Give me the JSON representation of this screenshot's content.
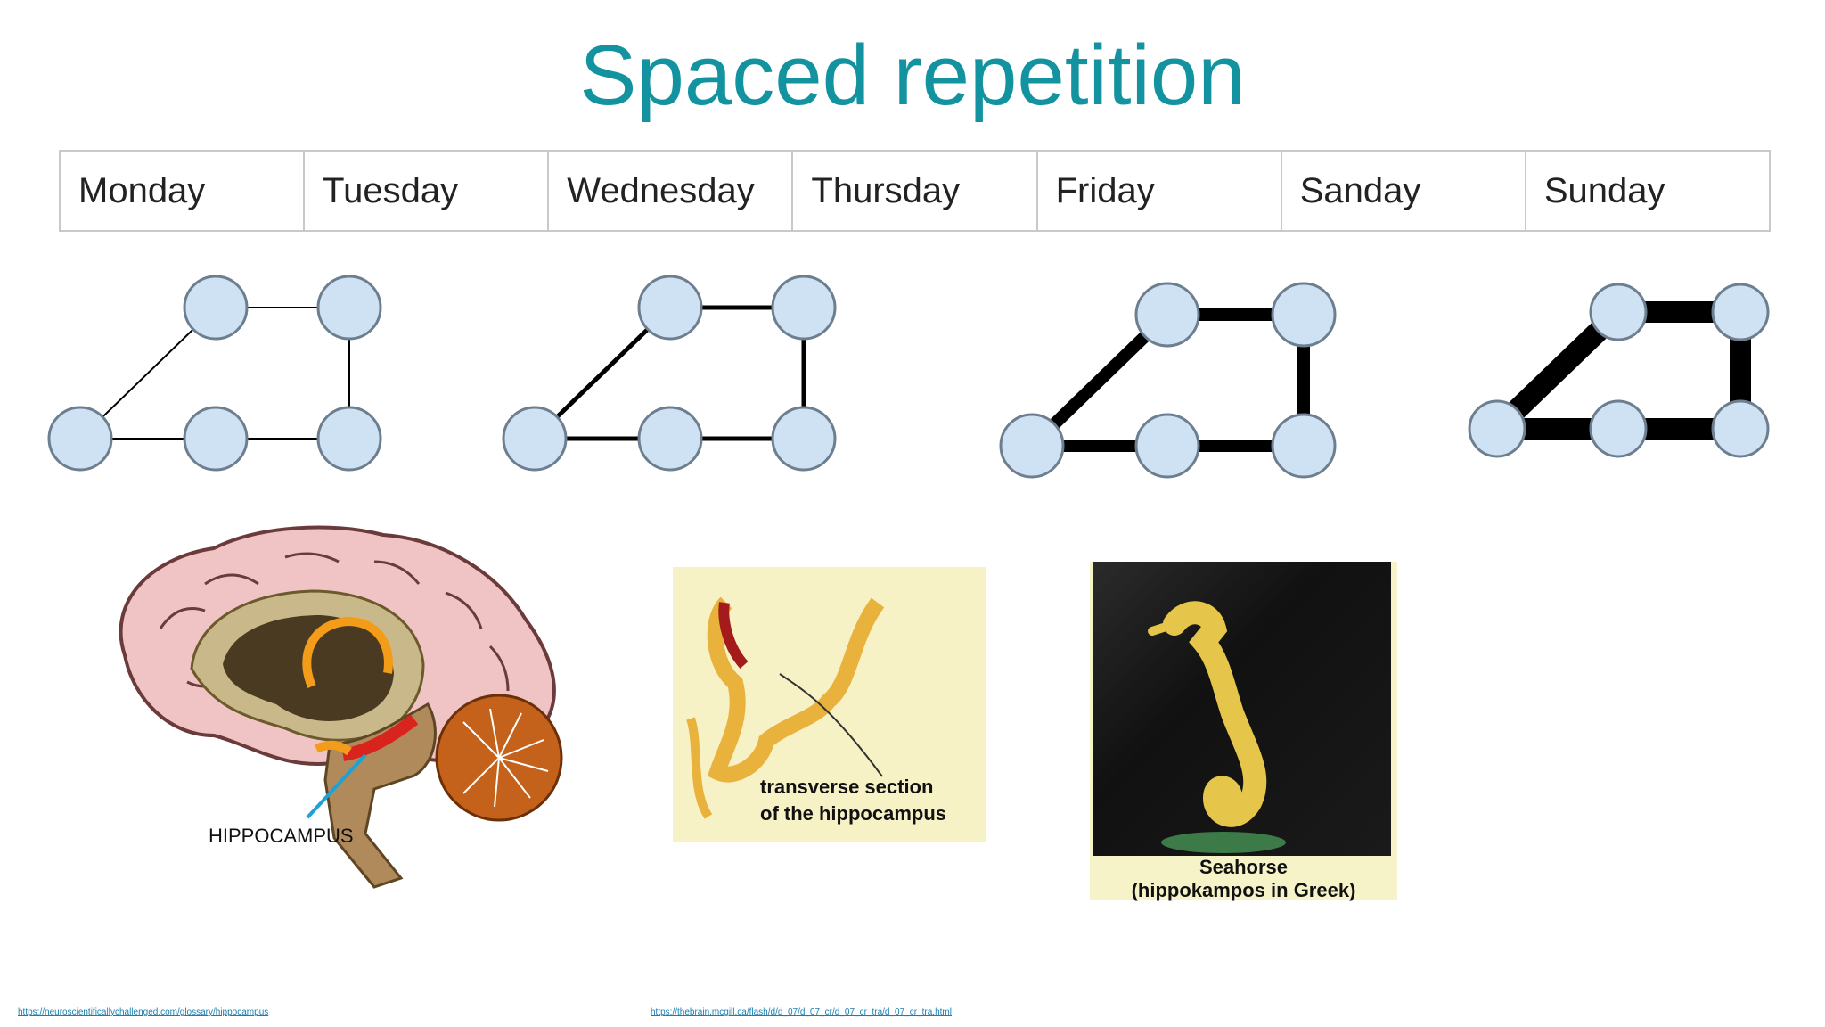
{
  "slide": {
    "title": "Spaced repetition",
    "days": [
      "Monday",
      "Tuesday",
      "Wednesday",
      "Thursday",
      "Friday",
      "Sanday",
      "Sunday"
    ],
    "colors": {
      "title": "#12939f",
      "node_fill": "#cfe2f3",
      "edge": "#000000",
      "link": "#1a7fb0"
    }
  },
  "brain": {
    "label": "HIPPOCAMPUS"
  },
  "section": {
    "caption_line1": "transverse section",
    "caption_line2": "of the hippocampus"
  },
  "seahorse": {
    "caption_line1": "Seahorse",
    "caption_line2": "(hippokampos in Greek)"
  },
  "credits": {
    "left": "https://neuroscientificallychallenged.com/glossary/hippocampus",
    "right": "https://thebrain.mcgill.ca/flash/d/d_07/d_07_cr/d_07_cr_tra/d_07_cr_tra.html"
  }
}
